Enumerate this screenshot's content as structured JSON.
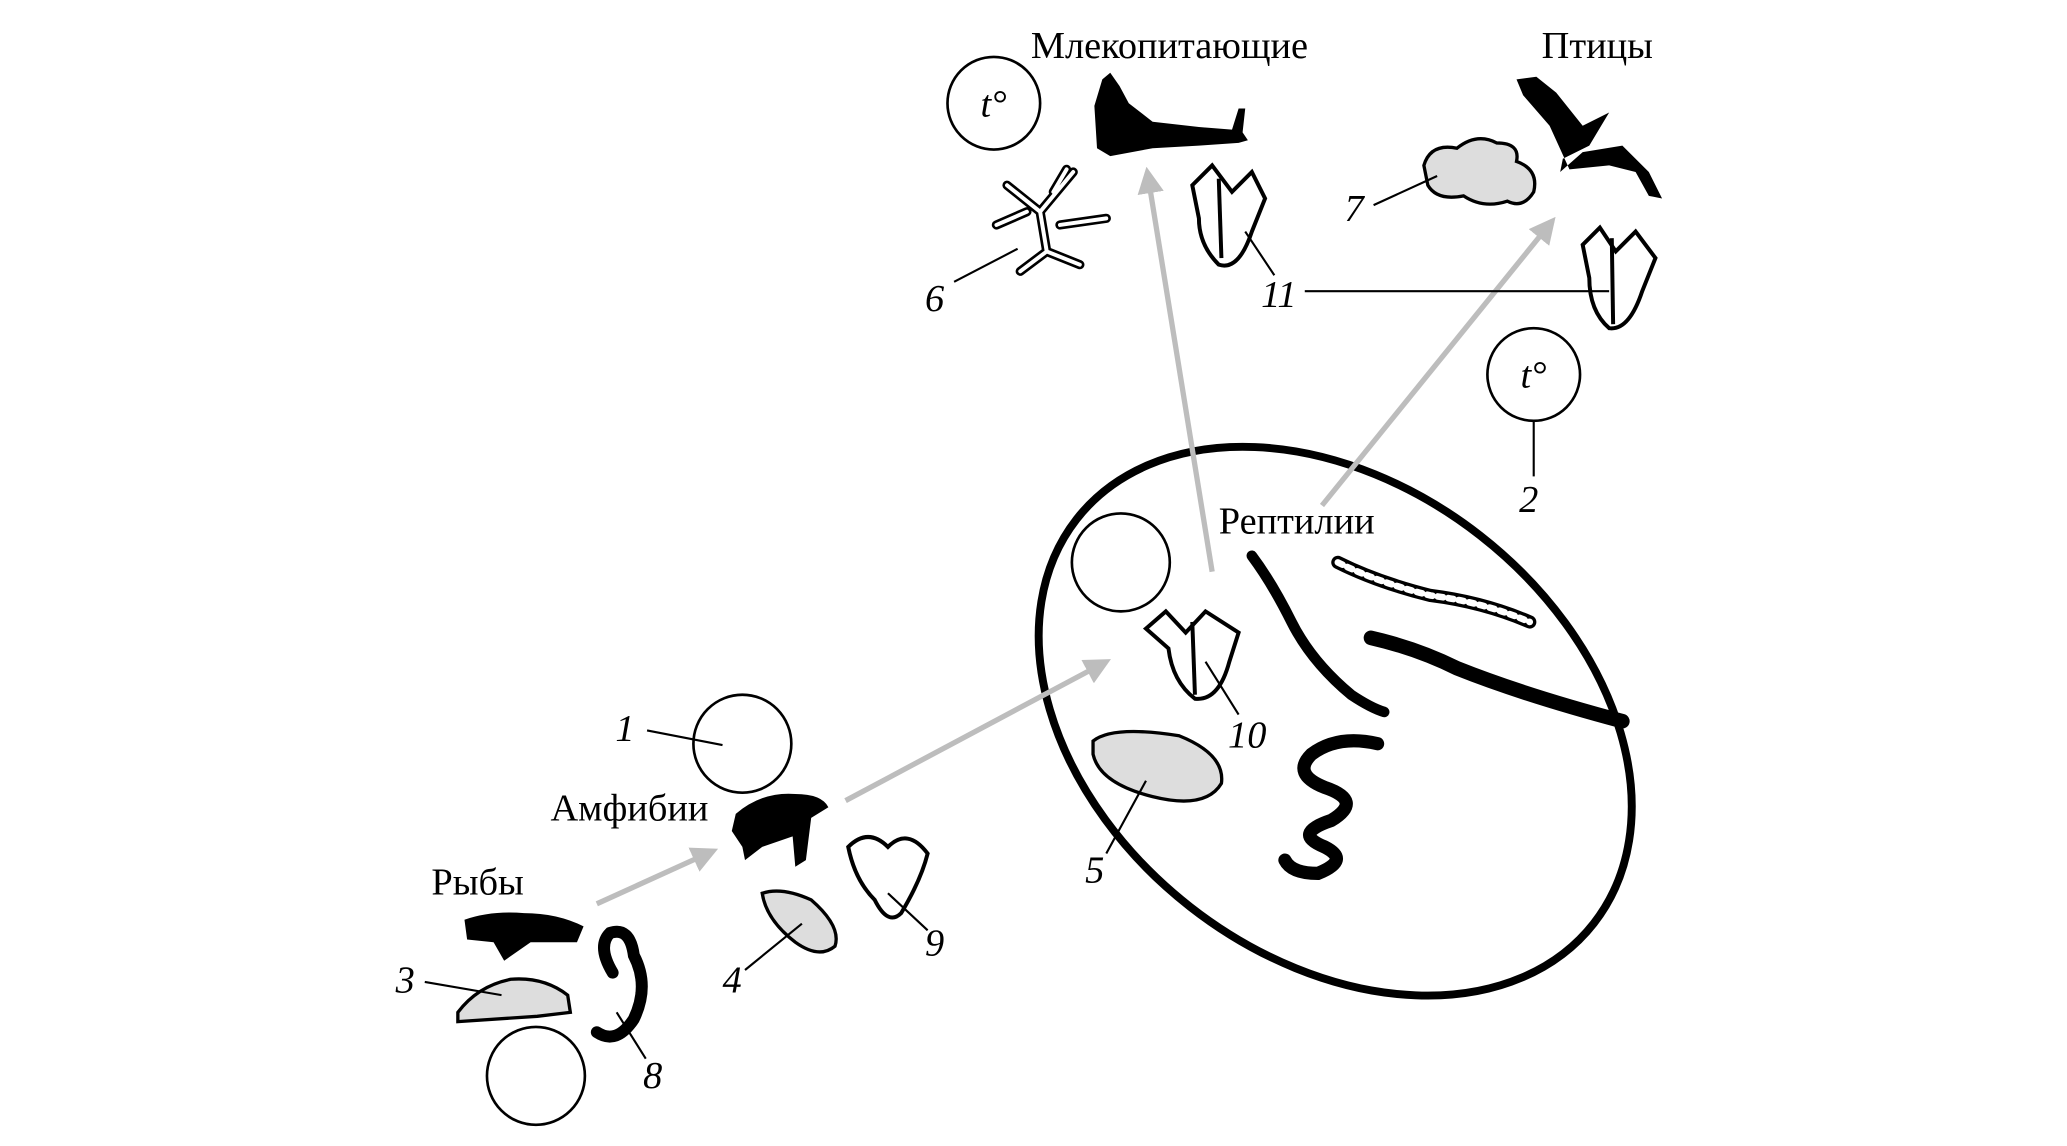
{
  "groups": {
    "mammals": "Млекопитающие",
    "birds": "Птицы",
    "reptiles": "Рептилии",
    "amphibians": "Амфибии",
    "fish": "Рыбы"
  },
  "temperature_symbol": "t°",
  "numbers": {
    "n1": "1",
    "n2": "2",
    "n3": "3",
    "n4": "4",
    "n5": "5",
    "n6": "6",
    "n7": "7",
    "n8": "8",
    "n9": "9",
    "n10": "10",
    "n11": "11"
  },
  "colors": {
    "arrow": "#bdbdbd",
    "ink": "#000000"
  }
}
